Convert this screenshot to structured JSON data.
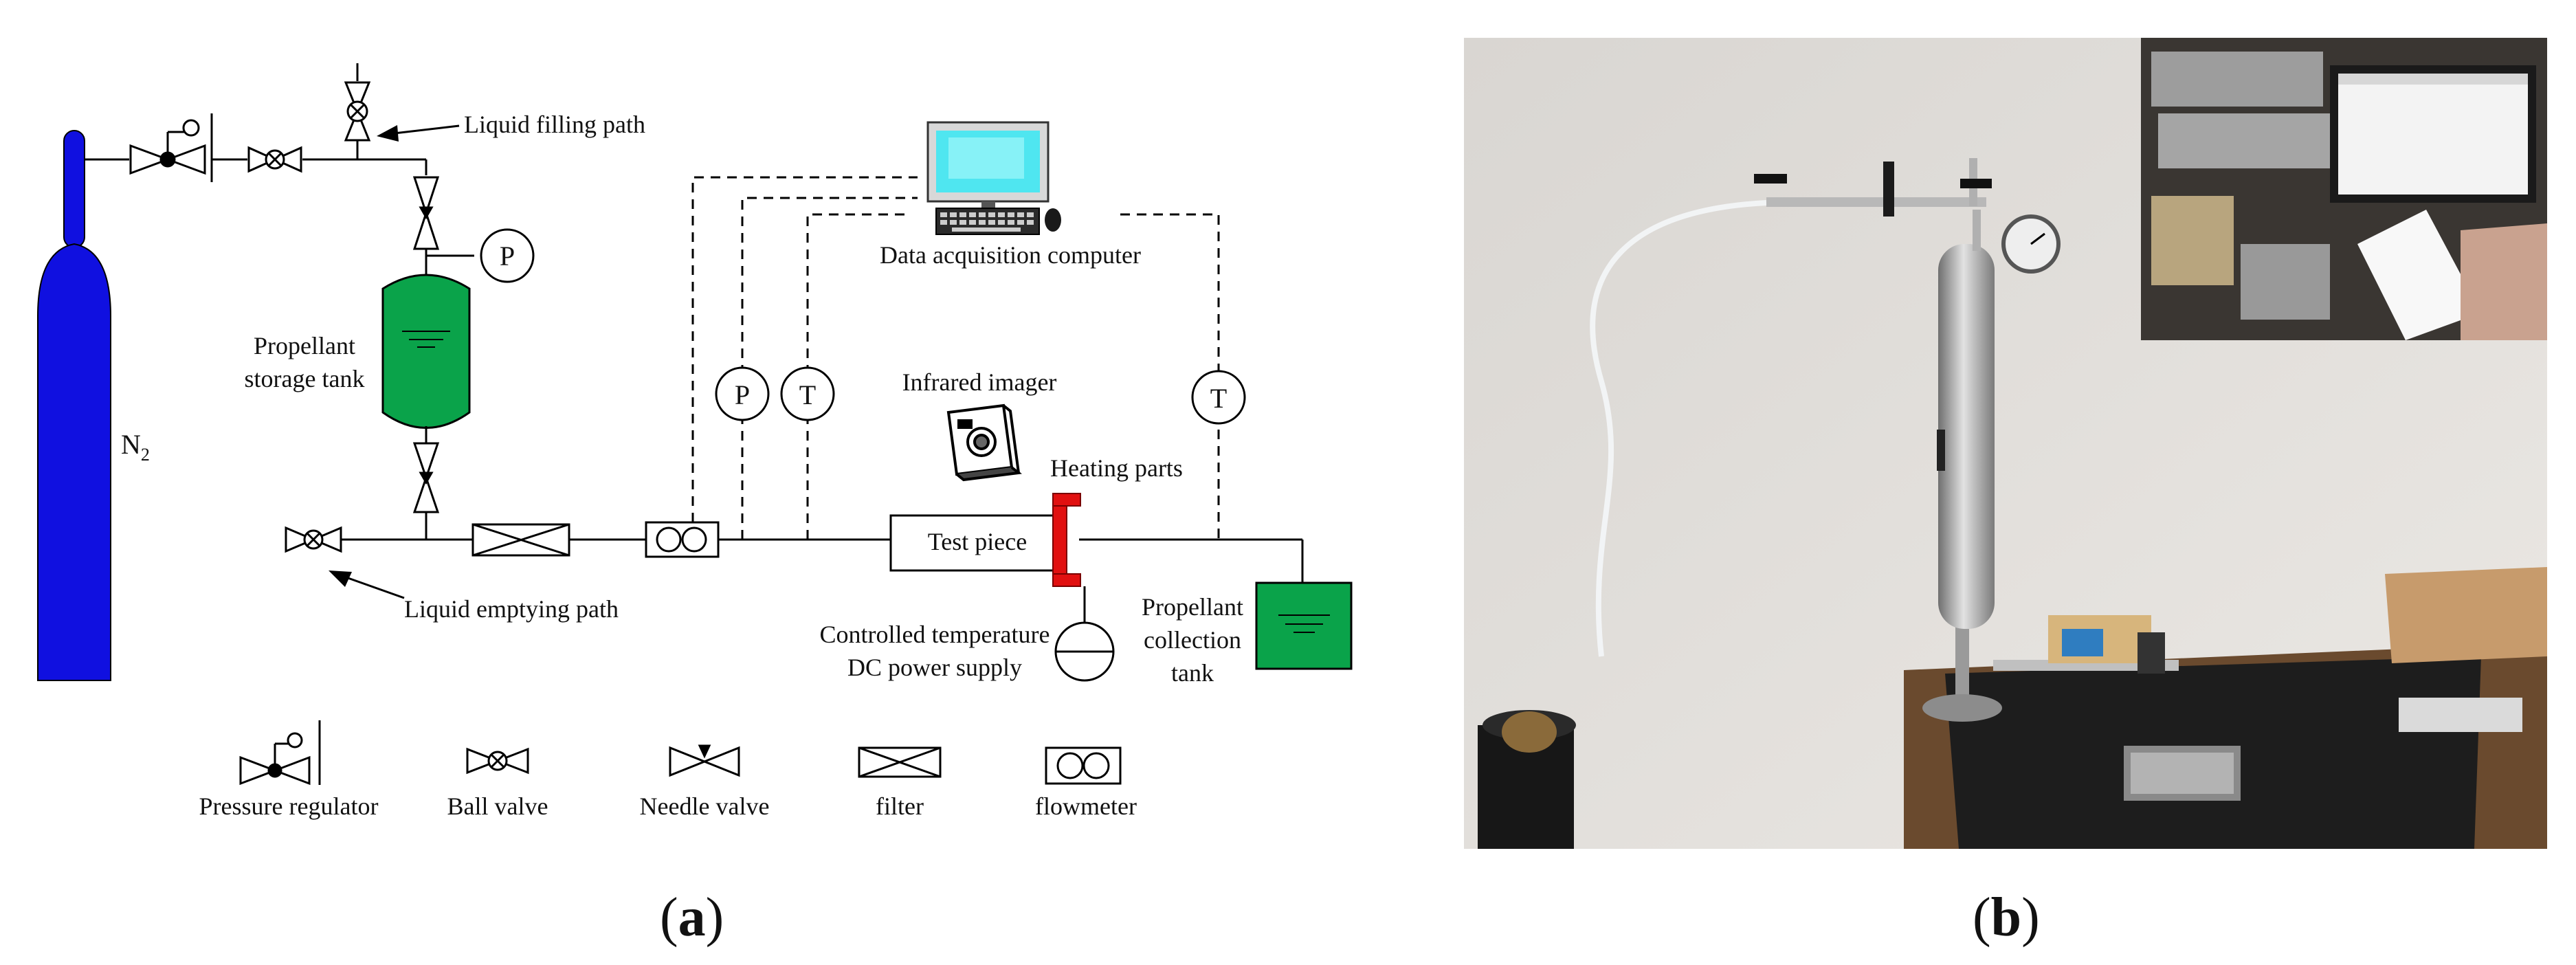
{
  "panel_a": {
    "label_letter": "a",
    "gas_cylinder_label": "N",
    "gas_cylinder_subscript": "2",
    "liquid_filling_path": "Liquid filling path",
    "propellant_storage_tank_line1": "Propellant",
    "propellant_storage_tank_line2": "storage tank",
    "pressure_gauge_symbol": "P",
    "temperature_symbol": "T",
    "data_acquisition_computer": "Data acquisition computer",
    "infrared_imager": "Infrared imager",
    "heating_parts": "Heating parts",
    "test_piece": "Test piece",
    "liquid_emptying_path": "Liquid emptying path",
    "power_supply_line1": "Controlled temperature",
    "power_supply_line2": "DC power supply",
    "collection_tank_line1": "Propellant",
    "collection_tank_line2": "collection",
    "collection_tank_line3": "tank",
    "legend": {
      "pressure_regulator": "Pressure regulator",
      "ball_valve": "Ball valve",
      "needle_valve": "Needle valve",
      "filter": "filter",
      "flowmeter": "flowmeter"
    },
    "colors": {
      "cylinder": "#1010e0",
      "tank_fill": "#0aa34a",
      "heater": "#e11010",
      "screen": "#4fe6f0"
    }
  },
  "panel_b": {
    "label_letter": "b"
  }
}
